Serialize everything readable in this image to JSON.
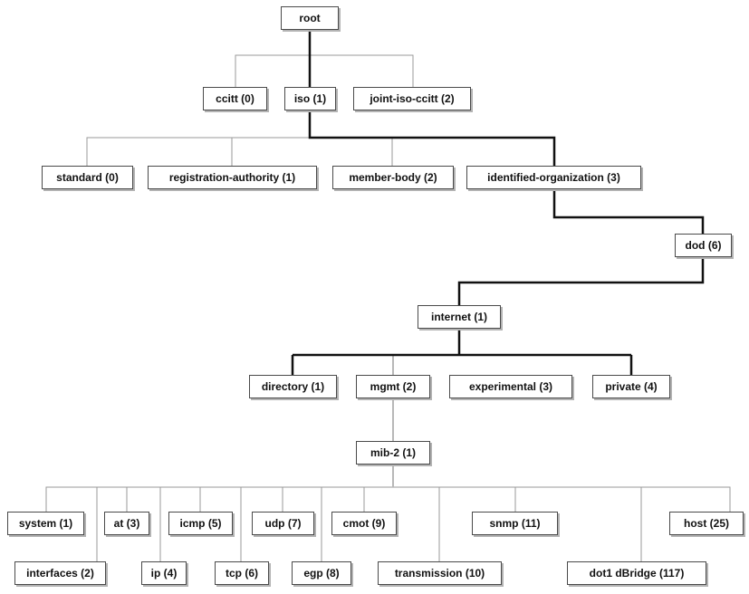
{
  "colors": {
    "line": "#999999",
    "path": "#111111",
    "mgmt_path": "#b8b8b8"
  },
  "nodes": {
    "root": {
      "label": "root"
    },
    "ccitt": {
      "label": "ccitt (0)"
    },
    "iso": {
      "label": "iso (1)"
    },
    "joint": {
      "label": "joint-iso-ccitt (2)"
    },
    "standard": {
      "label": "standard (0)"
    },
    "regauth": {
      "label": "registration-authority (1)"
    },
    "member": {
      "label": "member-body (2)"
    },
    "identorg": {
      "label": "identified-organization (3)"
    },
    "dod": {
      "label": "dod (6)"
    },
    "internet": {
      "label": "internet (1)"
    },
    "directory": {
      "label": "directory (1)"
    },
    "mgmt": {
      "label": "mgmt (2)"
    },
    "experimental": {
      "label": "experimental (3)"
    },
    "private": {
      "label": "private (4)"
    },
    "mib2": {
      "label": "mib-2 (1)"
    },
    "system": {
      "label": "system (1)"
    },
    "interfaces": {
      "label": "interfaces (2)"
    },
    "at": {
      "label": "at (3)"
    },
    "ip": {
      "label": "ip (4)"
    },
    "icmp": {
      "label": "icmp (5)"
    },
    "tcp": {
      "label": "tcp (6)"
    },
    "udp": {
      "label": "udp (7)"
    },
    "egp": {
      "label": "egp (8)"
    },
    "cmot": {
      "label": "cmot (9)"
    },
    "transmission": {
      "label": "transmission (10)"
    },
    "snmp": {
      "label": "snmp (11)"
    },
    "dot1dbridge": {
      "label": "dot1 dBridge (117)"
    },
    "host": {
      "label": "host (25)"
    }
  }
}
